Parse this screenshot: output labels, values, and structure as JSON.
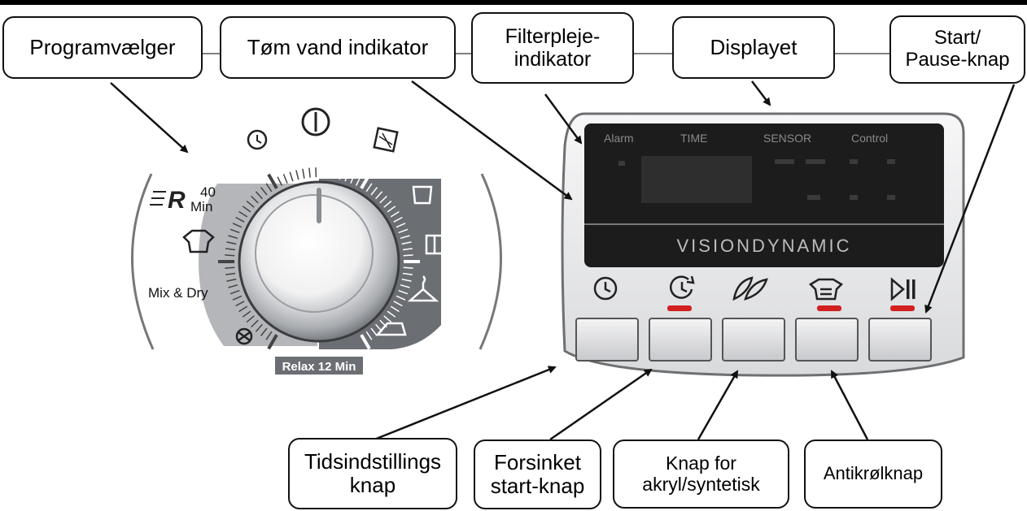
{
  "labels": {
    "program_selector": "Programvælger",
    "drain_indicator": "Tøm vand indikator",
    "filter_indicator": "Filterpleje-\nindikator",
    "display": "Displayet",
    "start_pause": "Start/\nPause-knap",
    "time_setting": "Tidsindstillings\nknap",
    "delayed_start": "Forsinket\nstart-knap",
    "acrylic_synthetic": "Knap for\nakryl/syntetisk",
    "anti_crease": "Antikrølknap"
  },
  "dial": {
    "label_40min": "40\nMin",
    "label_r": "R",
    "label_mixdry": "Mix & Dry",
    "label_relax": "Relax 12 Min"
  },
  "panel": {
    "alarm": "Alarm",
    "time": "TIME",
    "sensor": "SENSOR",
    "control": "Control",
    "brand": "VISIONDYNAMIC"
  },
  "icons": {
    "clock": "clock-icon",
    "delay": "delay-timer-icon",
    "feather": "feather-icon",
    "shirt": "shirt-icon",
    "play_pause": "play-pause-icon"
  },
  "colors": {
    "indicator_red": "#d22020",
    "dial_dark_band": "#6b6e72",
    "dial_light_band": "#b4b6b9",
    "display_bg": "#1c1c1c"
  }
}
